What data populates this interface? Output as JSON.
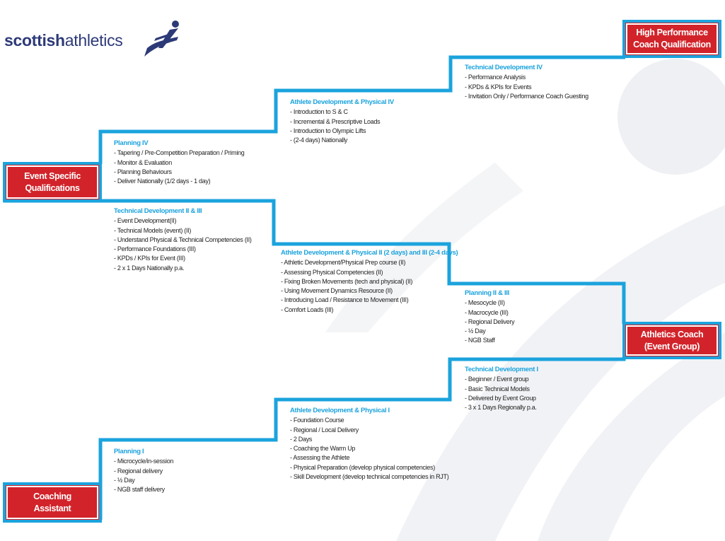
{
  "logo": {
    "bold": "scottish",
    "light": "athletics"
  },
  "colors": {
    "accent": "#1ba3dd",
    "red": "#d2232a",
    "navy": "#2d3a78"
  },
  "qualifications": {
    "high_performance": "High Performance Coach Qualification",
    "event_specific": "Event Specific Qualifications",
    "athletics_coach": "Athletics Coach (Event Group)",
    "coaching_assistant": "Coaching Assistant"
  },
  "modules": {
    "tech_iv": {
      "title": "Technical Development IV",
      "items": [
        "- Performance Analysis",
        "- KPDs & KPIs for Events",
        "- Invitation Only / Performance Coach Guesting"
      ]
    },
    "adp_iv": {
      "title": "Athlete Development & Physical IV",
      "items": [
        "- Introduction to S & C",
        "- Incremental & Prescriptive Loads",
        "- Introduction to Olympic Lifts",
        "- (2-4 days) Nationally"
      ]
    },
    "plan_iv": {
      "title": "Planning IV",
      "items": [
        "- Tapering / Pre-Competition Preparation / Priming",
        "- Monitor & Evaluation",
        "- Planning Behaviours",
        "- Deliver Nationally (1/2 days - 1 day)"
      ]
    },
    "tech_ii_iii": {
      "title": "Technical Development II & III",
      "items": [
        "- Event Development(II)",
        "- Technical Models (event) (II)",
        "- Understand Physical & Technical Competencies (II)",
        "- Performance Foundations (III)",
        "- KPDs / KPIs for Event (III)",
        "- 2 x 1 Days Nationally p.a."
      ]
    },
    "adp_ii_iii": {
      "title": "Athlete Development & Physical II (2 days) and III (2-4 days)",
      "items": [
        "- Athletic Development/Physical Prep course (II)",
        "- Assessing Physical Competencies (II)",
        "- Fixing Broken Movements (tech and physical) (II)",
        "- Using Movement Dynamics Resource (II)",
        "- Introducing Load / Resistance to Movement (III)",
        "- Comfort Loads (III)"
      ]
    },
    "plan_ii_iii": {
      "title": "Planning II & III",
      "items": [
        "- Mesocycle (II)",
        "- Macrocycle (III)",
        "- Regional Delivery",
        "- ½ Day",
        "- NGB Staff"
      ]
    },
    "tech_i": {
      "title": "Technical Development I",
      "items": [
        "- Beginner / Event group",
        "- Basic Technical Models",
        "- Delivered by Event Group",
        "- 3 x 1 Days Regionally p.a."
      ]
    },
    "adp_i": {
      "title": "Athlete Development & Physical I",
      "items": [
        "- Foundation Course",
        "- Regional / Local Delivery",
        "- 2 Days",
        "- Coaching the Warm Up",
        "- Assessing the Athlete",
        "- Physical Preparation (develop physical competencies)",
        "- Skill Development (develop technical competencies in RJT)"
      ]
    },
    "plan_i": {
      "title": "Planning I",
      "items": [
        "- Microcycle/in-session",
        "- Regional delivery",
        "- ½ Day",
        "- NGB staff delivery"
      ]
    }
  }
}
